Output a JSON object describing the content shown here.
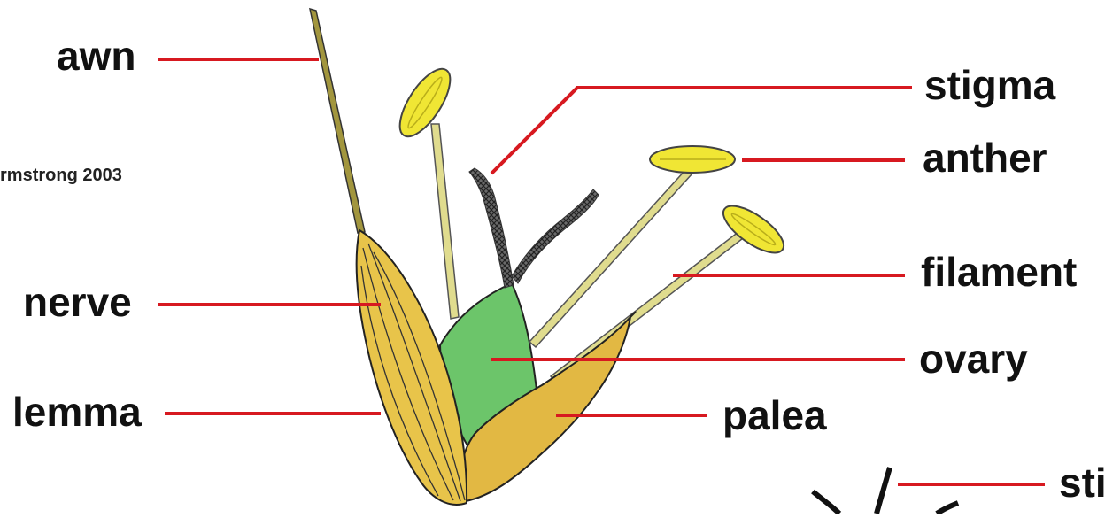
{
  "diagram": {
    "credit": "rmstrong 2003",
    "labels": {
      "awn": "awn",
      "stigma": "stigma",
      "anther": "anther",
      "nerve": "nerve",
      "filament": "filament",
      "ovary": "ovary",
      "lemma": "lemma",
      "palea": "palea",
      "stigma_partial": "sti"
    },
    "colors": {
      "leader_line": "#d71920",
      "lemma_fill": "#e8c44a",
      "palea_fill": "#e2b843",
      "ovary_fill": "#6cc56a",
      "anther_fill": "#f0e634",
      "filament_fill": "#e0dc8e",
      "stigma_fill": "#555555",
      "outline": "#222222"
    }
  }
}
